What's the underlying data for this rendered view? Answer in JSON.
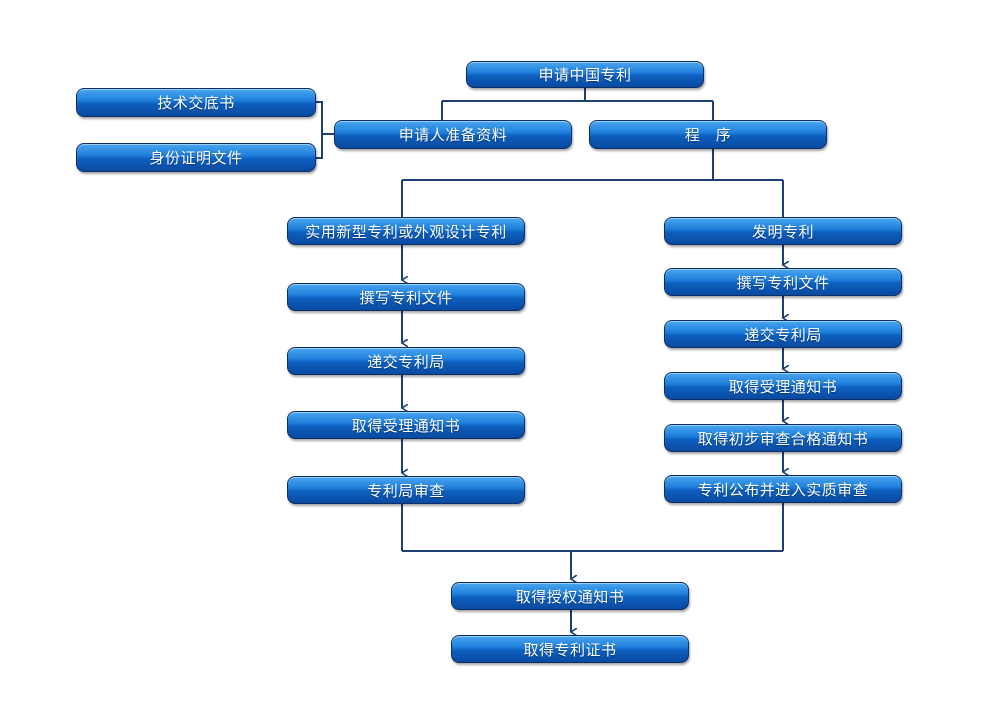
{
  "nodes": {
    "apply_cn_patent": "申请中国专利",
    "tech_disclosure": "技术交底书",
    "identity_docs": "身份证明文件",
    "applicant_prepare": "申请人准备资料",
    "procedure": "程　序",
    "utility_design": "实用新型专利或外观设计专利",
    "left_write": "撰写专利文件",
    "left_submit": "递交专利局",
    "left_receipt": "取得受理通知书",
    "left_examine": "专利局审查",
    "invention": "发明专利",
    "right_write": "撰写专利文件",
    "right_submit": "递交专利局",
    "right_receipt": "取得受理通知书",
    "right_prelim": "取得初步审查合格通知书",
    "right_publish": "专利公布并进入实质审查",
    "grant_notice": "取得授权通知书",
    "certificate": "取得专利证书"
  },
  "colors": {
    "line": "#1e3f73",
    "box_border": "#0b2f66",
    "box_fill": "#1f7fdc",
    "text": "#ffffff"
  }
}
